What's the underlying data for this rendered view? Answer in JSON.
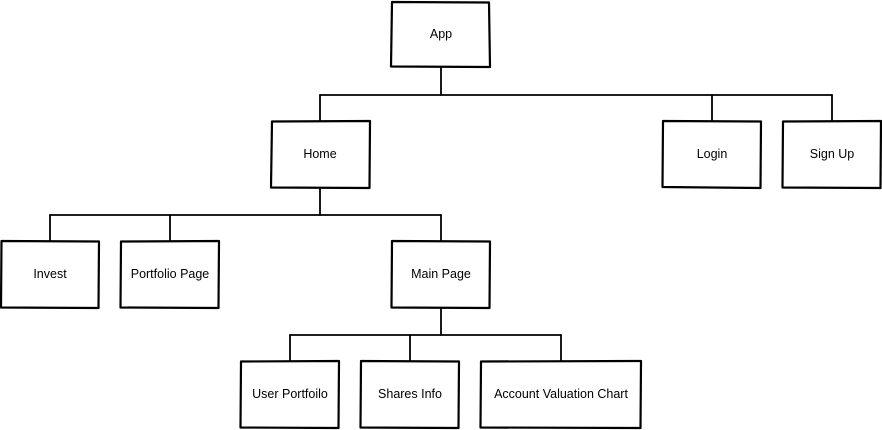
{
  "nodes": [
    {
      "id": "app",
      "label": "App"
    },
    {
      "id": "home",
      "label": "Home"
    },
    {
      "id": "login",
      "label": "Login"
    },
    {
      "id": "signup",
      "label": "Sign Up"
    },
    {
      "id": "invest",
      "label": "Invest"
    },
    {
      "id": "portfolio-page",
      "label": "Portfolio Page"
    },
    {
      "id": "main-page",
      "label": "Main Page"
    },
    {
      "id": "user-portfolio",
      "label": "User Portfoilo"
    },
    {
      "id": "shares-info",
      "label": "Shares Info"
    },
    {
      "id": "account-valuation-chart",
      "label": "Account Valuation Chart"
    }
  ],
  "edges": [
    {
      "from": "app",
      "to": "home"
    },
    {
      "from": "app",
      "to": "login"
    },
    {
      "from": "app",
      "to": "signup"
    },
    {
      "from": "home",
      "to": "invest"
    },
    {
      "from": "home",
      "to": "portfolio-page"
    },
    {
      "from": "home",
      "to": "main-page"
    },
    {
      "from": "main-page",
      "to": "user-portfolio"
    },
    {
      "from": "main-page",
      "to": "shares-info"
    },
    {
      "from": "main-page",
      "to": "account-valuation-chart"
    }
  ]
}
